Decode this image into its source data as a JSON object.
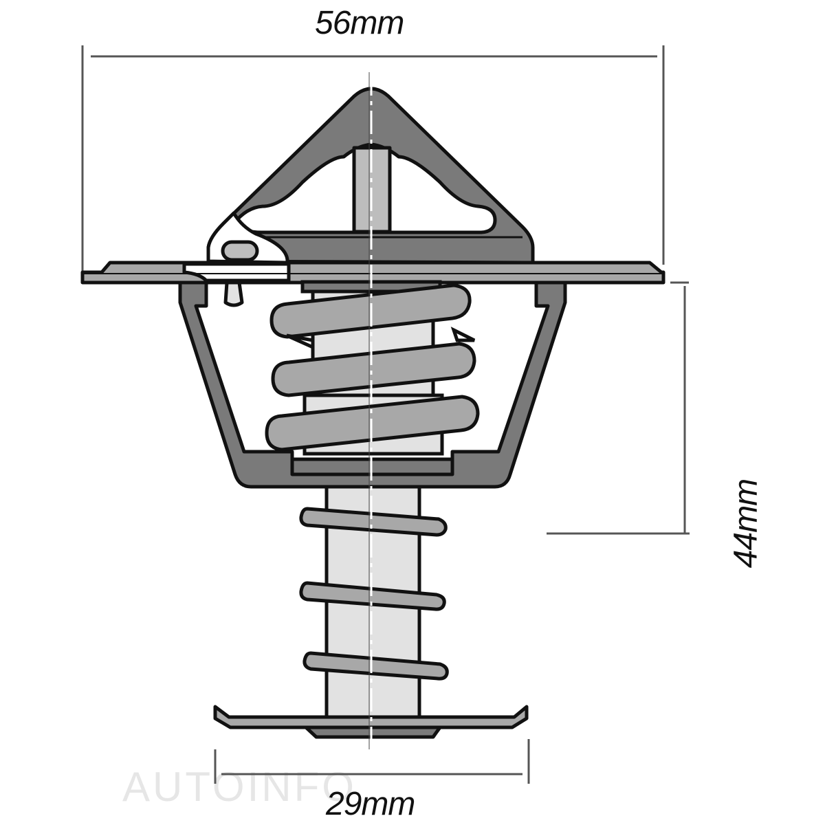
{
  "diagram": {
    "subject": "Thermostat cross-section with dimensions",
    "dimensions": {
      "overall_width": "56mm",
      "height": "44mm",
      "base_width": "29mm"
    },
    "watermark": "AUTOINFO",
    "colors": {
      "dark_metal": "#7a7a7a",
      "mid_metal": "#a8a8a8",
      "light_metal": "#e2e2e2",
      "outline": "#111111",
      "dimension_line": "#555555",
      "background": "#ffffff"
    }
  }
}
